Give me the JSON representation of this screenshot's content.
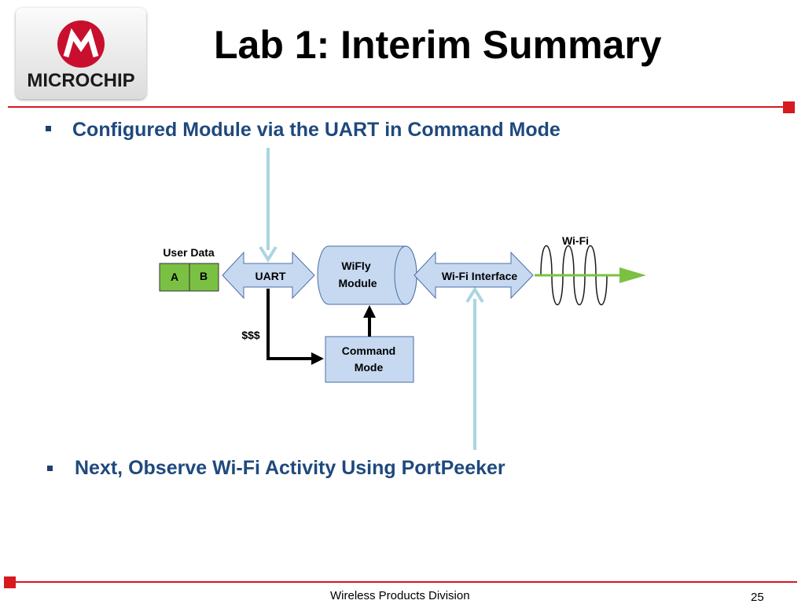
{
  "logo": {
    "text": "MICROCHIP",
    "icon": "microchip-logo-icon",
    "color": "#c8102e"
  },
  "slide": {
    "title": "Lab 1: Interim Summary",
    "page_number": "25"
  },
  "bullets": [
    "Configured Module via the UART in Command Mode",
    "Next, Observe Wi-Fi Activity Using PortPeeker"
  ],
  "footer": {
    "text": "Wireless Products Division"
  },
  "diagram": {
    "user_data_label": "User Data",
    "cell_a": "A",
    "cell_b": "B",
    "uart_label": "UART",
    "wifly_line1": "WiFly",
    "wifly_line2": "Module",
    "wifi_interface_label": "Wi-Fi Interface",
    "wifi_label": "Wi-Fi",
    "dollar_label": "$$$",
    "command_line1": "Command",
    "command_line2": "Mode"
  },
  "colors": {
    "accent_red": "#d71920",
    "title_blue": "#1f497d",
    "block_fill": "#c6d9f1",
    "green": "#7ac143",
    "pointer_blue": "#a9d6e0"
  }
}
